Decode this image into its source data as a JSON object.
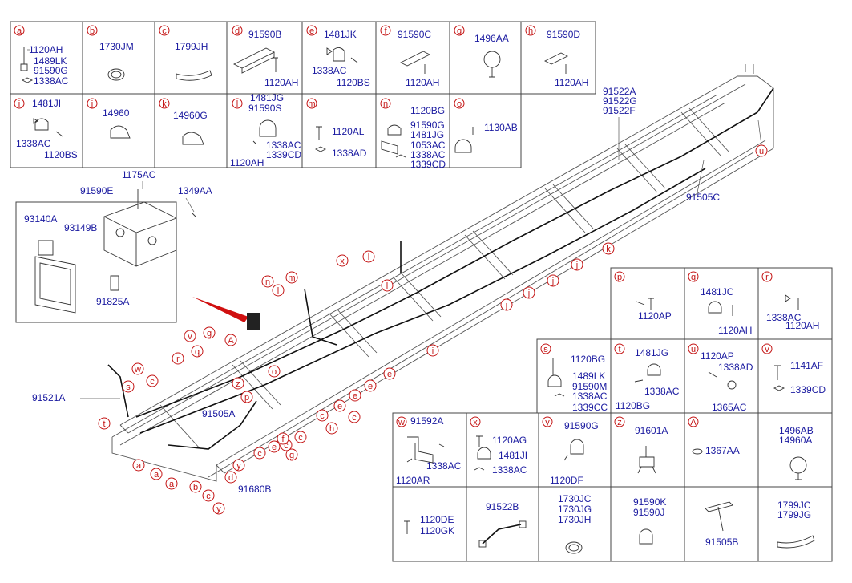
{
  "colors": {
    "part_number": "#1a1aa0",
    "callout": "#c41414",
    "line": "#333333"
  },
  "panels_top": [
    {
      "id": "a",
      "parts": [
        "1120AH",
        "1489LK",
        "91590G",
        "1338AC"
      ]
    },
    {
      "id": "b",
      "parts": [
        "1730JM"
      ]
    },
    {
      "id": "c",
      "parts": [
        "1799JH"
      ]
    },
    {
      "id": "d",
      "parts": [
        "91590B",
        "1120AH"
      ]
    },
    {
      "id": "e",
      "parts": [
        "1481JK",
        "1338AC",
        "1120BS"
      ]
    },
    {
      "id": "f",
      "parts": [
        "91590C",
        "1120AH"
      ]
    },
    {
      "id": "g",
      "parts": [
        "1496AA"
      ]
    },
    {
      "id": "h",
      "parts": [
        "91590D",
        "1120AH"
      ]
    },
    {
      "id": "i",
      "parts": [
        "1481JI",
        "1338AC",
        "1120BS"
      ]
    },
    {
      "id": "j",
      "parts": [
        "14960"
      ]
    },
    {
      "id": "k",
      "parts": [
        "14960G"
      ]
    },
    {
      "id": "l",
      "parts": [
        "1481JG",
        "91590S",
        "1338AC",
        "1339CD",
        "1120AH"
      ]
    },
    {
      "id": "m",
      "parts": [
        "1120AL",
        "1338AD"
      ]
    },
    {
      "id": "n",
      "parts": [
        "1120BG",
        "91590G",
        "1481JG",
        "1053AC",
        "1338AC",
        "1339CD"
      ]
    },
    {
      "id": "o",
      "parts": [
        "1130AB"
      ]
    }
  ],
  "panels_bottom": [
    {
      "id": "p",
      "parts": [
        "1120AP"
      ]
    },
    {
      "id": "q",
      "parts": [
        "1481JC",
        "1120AH"
      ]
    },
    {
      "id": "r",
      "parts": [
        "1338AC",
        "1120AH"
      ]
    },
    {
      "id": "s",
      "parts": [
        "1120BG",
        "1489LK",
        "91590M",
        "1338AC",
        "1339CC"
      ]
    },
    {
      "id": "t",
      "parts": [
        "1481JG",
        "1338AC",
        "1120BG"
      ]
    },
    {
      "id": "u",
      "parts": [
        "1120AP",
        "1338AD",
        "1365AC"
      ]
    },
    {
      "id": "v",
      "parts": [
        "1141AF",
        "1339CD"
      ]
    },
    {
      "id": "w",
      "parts": [
        "91592A",
        "1338AC",
        "1120AR"
      ]
    },
    {
      "id": "x",
      "parts": [
        "1120AG",
        "1481JI",
        "1338AC"
      ]
    },
    {
      "id": "y",
      "parts": [
        "91590G",
        "1120DF"
      ]
    },
    {
      "id": "z",
      "parts": [
        "91601A"
      ]
    },
    {
      "id": "A",
      "parts": [
        "1367AA"
      ]
    },
    {
      "id": "",
      "parts": [
        "1496AB",
        "14960A"
      ]
    },
    {
      "id": "",
      "parts": [
        "1120DE",
        "1120GK"
      ]
    },
    {
      "id": "",
      "parts": [
        "91522B"
      ]
    },
    {
      "id": "",
      "parts": [
        "1730JC",
        "1730JG",
        "1730JH"
      ]
    },
    {
      "id": "",
      "parts": [
        "91590K",
        "91590J"
      ]
    },
    {
      "id": "",
      "parts": [
        "91505B"
      ]
    },
    {
      "id": "",
      "parts": [
        "1799JC",
        "1799JG"
      ]
    }
  ],
  "main_labels": {
    "p91590E": "91590E",
    "p1175AC": "1175AC",
    "p1349AA": "1349AA",
    "p93140A": "93140A",
    "p93149B": "93149B",
    "p91825A": "91825A",
    "p91522A": "91522A",
    "p91522G": "91522G",
    "p91522F": "91522F",
    "p91505C": "91505C",
    "p91521A": "91521A",
    "p91505A": "91505A",
    "p91680B": "91680B"
  },
  "callouts": [
    "u",
    "k",
    "j",
    "j",
    "j",
    "j",
    "i",
    "e",
    "e",
    "e",
    "e",
    "c",
    "c",
    "c",
    "h",
    "c",
    "g",
    "f",
    "e",
    "c",
    "d",
    "y",
    "y",
    "c",
    "b",
    "a",
    "a",
    "a",
    "t",
    "s",
    "w",
    "c",
    "r",
    "v",
    "g",
    "q",
    "A",
    "z",
    "p",
    "o",
    "n",
    "l",
    "m",
    "x",
    "l",
    "l"
  ]
}
